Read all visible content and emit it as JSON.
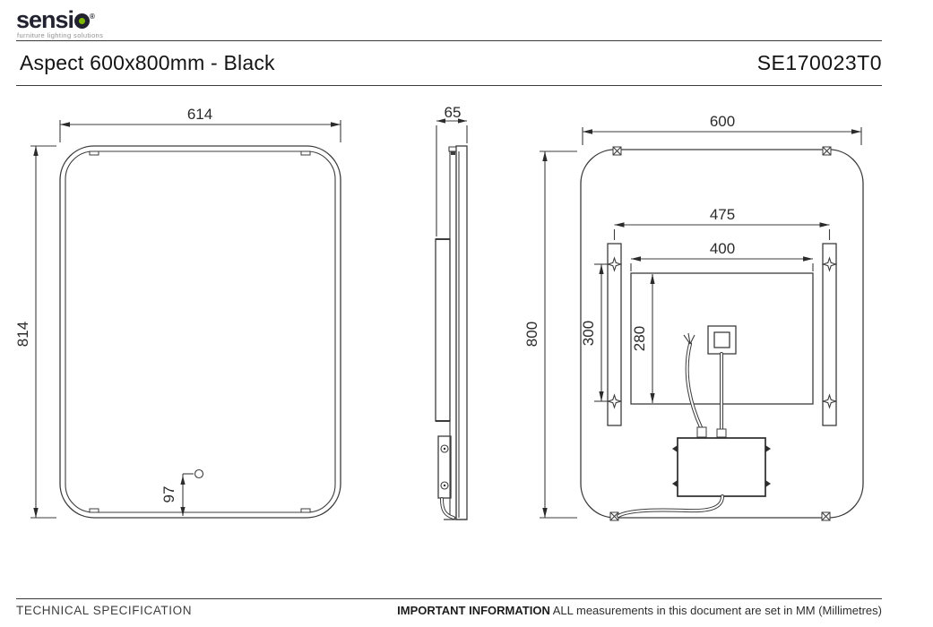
{
  "header": {
    "logo": {
      "brand_prefix": "sensi",
      "registered_mark": "®",
      "tagline": "furniture lighting solutions",
      "accent_color": "#7fba00",
      "text_color": "#222230"
    },
    "title": "Aspect 600x800mm - Black",
    "sku": "SE170023T0"
  },
  "drawing": {
    "unit": "mm",
    "line_color": "#3c3c3c",
    "front_view": {
      "width_label": "614",
      "height_label": "814",
      "sensor_offset_label": "97"
    },
    "side_view": {
      "depth_label": "65"
    },
    "back_view": {
      "width_label": "600",
      "height_label": "800",
      "bracket_span_label": "475",
      "led_width_label": "400",
      "bracket_hole_span_label": "300",
      "led_height_label": "280"
    }
  },
  "footer": {
    "left": "TECHNICAL SPECIFICATION",
    "important_label": "IMPORTANT INFORMATION",
    "important_text": " ALL measurements in this document are set in MM (Millimetres)"
  }
}
